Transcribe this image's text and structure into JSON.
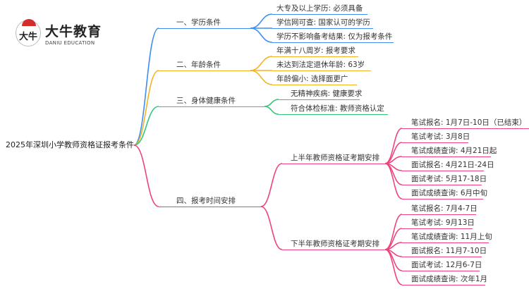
{
  "logo": {
    "mark": "大牛",
    "name": "大牛教育",
    "name_en": "DANIU EDUCATION"
  },
  "colors": {
    "education": "#3d8ef0",
    "age": "#f4b224",
    "health": "#33c77a",
    "schedule": "#f0437c"
  },
  "root": "2025年深圳小学教师资格证报考条件",
  "branches": {
    "education": {
      "label": "一、学历条件",
      "items": [
        "大专及以上学历: 必须具备",
        "学信网可查: 国家认可的学历",
        "学历不影响备考结果: 仅为报考条件"
      ]
    },
    "age": {
      "label": "二、年龄条件",
      "items": [
        "年满十八周岁: 报考要求",
        "未达到法定退休年龄: 63岁",
        "年龄偏小: 选择面更广"
      ]
    },
    "health": {
      "label": "三、身体健康条件",
      "items": [
        "无精神疾病: 健康要求",
        "符合体检标准: 教师资格认定"
      ]
    },
    "schedule": {
      "label": "四、报考时间安排",
      "first_half": {
        "label": "上半年教师资格证考期安排",
        "items": [
          "笔试报名: 1月7日-10日（已结束）",
          "笔试考试: 3月8日",
          "笔试成绩查询: 4月21日起",
          "面试报名: 4月21日-24日",
          "面试考试: 5月17-18日",
          "面试成绩查询: 6月中旬"
        ]
      },
      "second_half": {
        "label": "下半年教师资格证考期安排",
        "items": [
          "笔试报名: 7月4-7日",
          "笔试考试: 9月13日",
          "笔试成绩查询: 11月上旬",
          "面试报名: 11月7-10日",
          "面试考试: 12月6-7日",
          "面试成绩查询: 次年1月"
        ]
      }
    }
  }
}
